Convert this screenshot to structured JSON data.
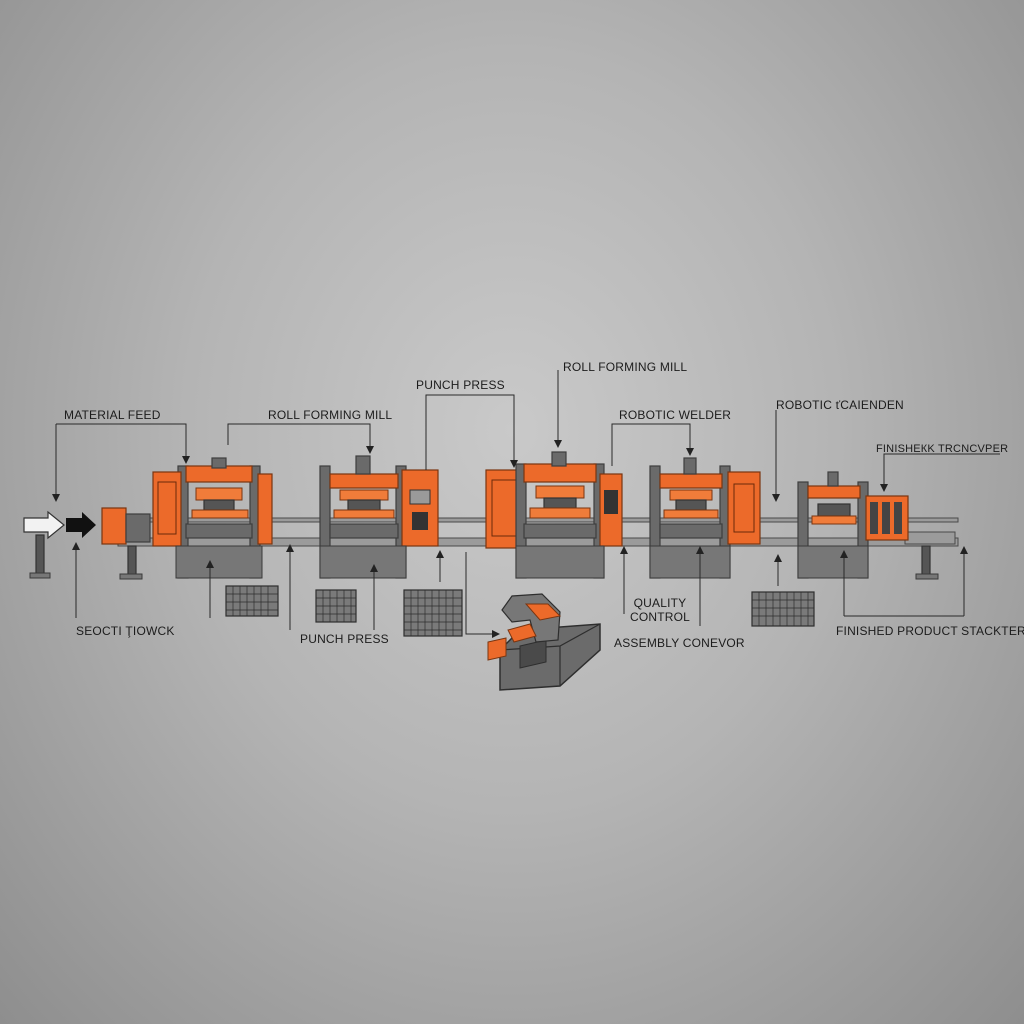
{
  "labels": {
    "material_feed": "MATERIAL FEED",
    "roll_forming_mill_1": "ROLL FORMING MILL",
    "punch_press_top": "PUNCH PRESS",
    "roll_forming_mill_2": "ROLL FORMING MILL",
    "robotic_welder": "ROBOTIC WELDER",
    "robotic_calender": "ROBOTIC ťCAIENDEN",
    "finished_conveyor": "FINISHEКK TRCNCVРER",
    "stock": "SEOCTI ŢIOWCK",
    "punch_press_bottom": "PUNCH PRESS",
    "quality_control": "QUALITY CONTROL",
    "assembly_conveyor": "ASSEMBLY CONEVOR",
    "finished_product_stacker": "FINISHED PRODUCT STACKTER"
  },
  "colors": {
    "accent": "#ec6a2a",
    "frame": "#6a6a6a",
    "background": "#b4b4b4"
  }
}
